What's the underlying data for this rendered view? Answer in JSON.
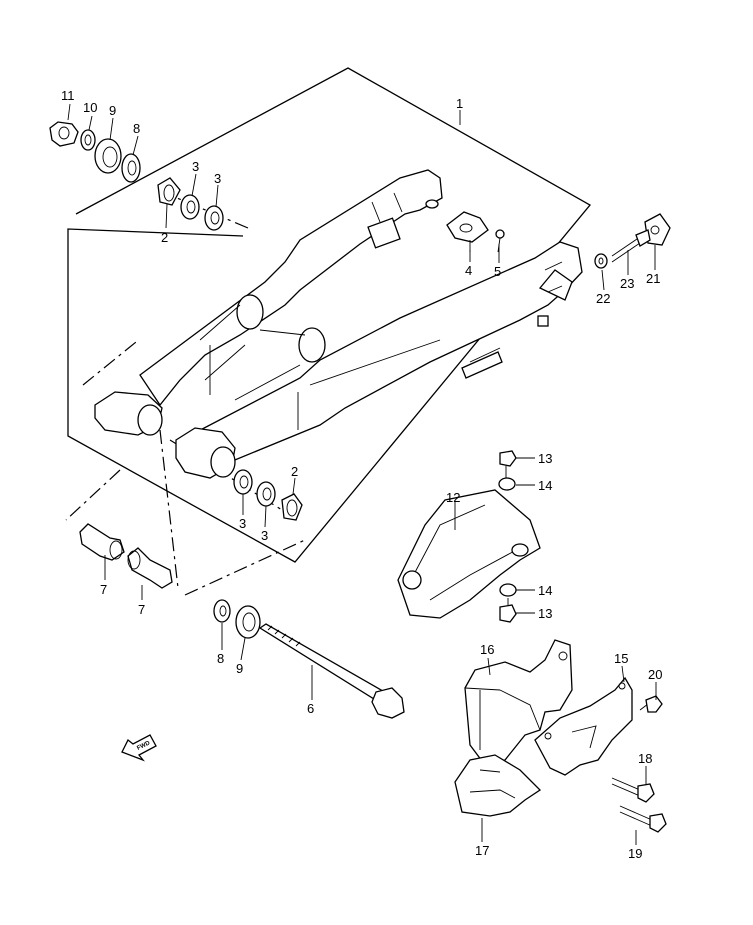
{
  "diagram": {
    "callouts": [
      {
        "id": "c1",
        "text": "1"
      },
      {
        "id": "c2a",
        "text": "2"
      },
      {
        "id": "c2b",
        "text": "2"
      },
      {
        "id": "c3a",
        "text": "3"
      },
      {
        "id": "c3b",
        "text": "3"
      },
      {
        "id": "c3c",
        "text": "3"
      },
      {
        "id": "c3d",
        "text": "3"
      },
      {
        "id": "c4",
        "text": "4"
      },
      {
        "id": "c5",
        "text": "5"
      },
      {
        "id": "c6",
        "text": "6"
      },
      {
        "id": "c7a",
        "text": "7"
      },
      {
        "id": "c7b",
        "text": "7"
      },
      {
        "id": "c8a",
        "text": "8"
      },
      {
        "id": "c8b",
        "text": "8"
      },
      {
        "id": "c9a",
        "text": "9"
      },
      {
        "id": "c9b",
        "text": "9"
      },
      {
        "id": "c10",
        "text": "10"
      },
      {
        "id": "c11",
        "text": "11"
      },
      {
        "id": "c12",
        "text": "12"
      },
      {
        "id": "c13a",
        "text": "13"
      },
      {
        "id": "c13b",
        "text": "13"
      },
      {
        "id": "c14a",
        "text": "14"
      },
      {
        "id": "c14b",
        "text": "14"
      },
      {
        "id": "c15",
        "text": "15"
      },
      {
        "id": "c16",
        "text": "16"
      },
      {
        "id": "c17",
        "text": "17"
      },
      {
        "id": "c18",
        "text": "18"
      },
      {
        "id": "c19",
        "text": "19"
      },
      {
        "id": "c20",
        "text": "20"
      },
      {
        "id": "c21",
        "text": "21"
      },
      {
        "id": "c22",
        "text": "22"
      },
      {
        "id": "c23",
        "text": "23"
      }
    ],
    "fwd_arrow_text": "FWD"
  }
}
